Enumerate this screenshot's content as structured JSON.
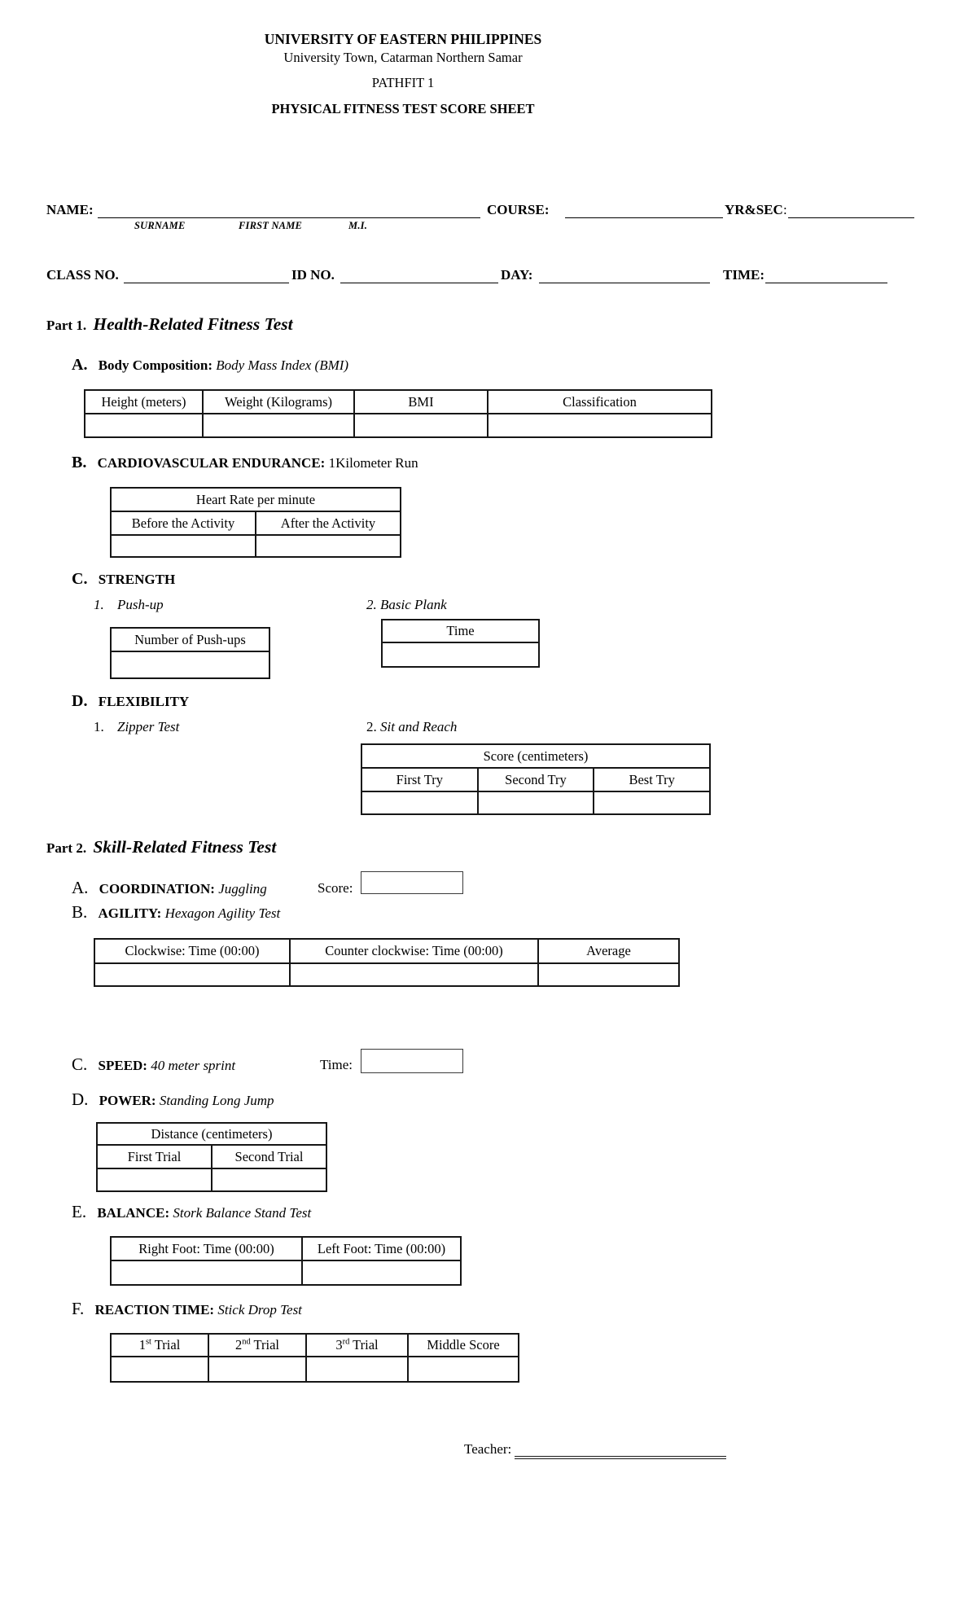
{
  "header": {
    "university": "UNIVERSITY OF EASTERN PHILIPPINES",
    "address": "University Town, Catarman Northern Samar",
    "program": "PATHFIT 1",
    "title": "PHYSICAL FITNESS TEST SCORE SHEET"
  },
  "info": {
    "name": "NAME:",
    "surname": "SURNAME",
    "first_name": "FIRST NAME",
    "mi": "M.I.",
    "course": "COURSE:",
    "yrsec": "YR&SEC",
    "yrsec_colon": ":",
    "class_no": "CLASS NO.",
    "id_no": "ID NO.",
    "day": "DAY:",
    "time": "TIME:"
  },
  "part1": {
    "label": "Part 1.",
    "title": "Health-Related Fitness Test",
    "a": {
      "letter": "A.",
      "name": "Body Composition:",
      "desc": "Body Mass Index (BMI)",
      "headers": [
        "Height (meters)",
        "Weight (Kilograms)",
        "BMI",
        "Classification"
      ]
    },
    "b": {
      "letter": "B.",
      "name": "CARDIOVASCULAR ENDURANCE:",
      "desc": "1Kilometer Run",
      "span_header": "Heart Rate per minute",
      "headers": [
        "Before the Activity",
        "After the Activity"
      ]
    },
    "c": {
      "letter": "C.",
      "name": "STRENGTH",
      "item1_num": "1.",
      "item1_name": "Push-up",
      "pushup_header": "Number of Push-ups",
      "item2_num": "2.",
      "item2_name": "Basic Plank",
      "plank_header": "Time"
    },
    "d": {
      "letter": "D.",
      "name": "FLEXIBILITY",
      "item1_num": "1.",
      "item1_name": "Zipper Test",
      "item2_num": "2.",
      "item2_name": "Sit and Reach",
      "span_header": "Score (centimeters)",
      "headers": [
        "First Try",
        "Second Try",
        "Best Try"
      ]
    }
  },
  "part2": {
    "label": "Part 2.",
    "title": "Skill-Related Fitness Test",
    "a": {
      "letter": "A.",
      "name": "COORDINATION:",
      "desc": "Juggling",
      "score_label": "Score:"
    },
    "b": {
      "letter": "B.",
      "name": "AGILITY:",
      "desc": "Hexagon Agility Test",
      "headers": [
        "Clockwise: Time (00:00)",
        "Counter clockwise: Time (00:00)",
        "Average"
      ]
    },
    "c": {
      "letter": "C.",
      "name": "SPEED:",
      "desc": "40 meter sprint",
      "time_label": "Time:"
    },
    "d": {
      "letter": "D.",
      "name": "POWER:",
      "desc": "Standing Long Jump",
      "span_header": "Distance (centimeters)",
      "headers": [
        "First Trial",
        "Second Trial"
      ]
    },
    "e": {
      "letter": "E.",
      "name": "BALANCE:",
      "desc": "Stork Balance Stand Test",
      "headers": [
        "Right Foot: Time (00:00)",
        "Left Foot: Time (00:00)"
      ]
    },
    "f": {
      "letter": "F.",
      "name": "REACTION TIME:",
      "desc": "Stick Drop Test",
      "trials": [
        {
          "num": "1",
          "sup": "st"
        },
        {
          "num": "2",
          "sup": "nd"
        },
        {
          "num": "3",
          "sup": "rd"
        }
      ],
      "trial_word": "Trial",
      "middle_header": "Middle Score"
    }
  },
  "footer": {
    "teacher_label": "Teacher:"
  }
}
